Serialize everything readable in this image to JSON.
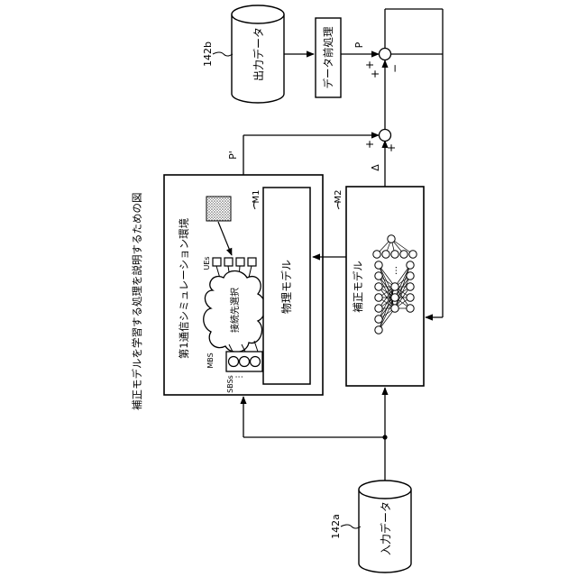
{
  "figure": {
    "caption": "補正モデルを学習する処理を説明するための図"
  },
  "storage": {
    "input": {
      "ref": "142a",
      "label": "入力データ"
    },
    "output": {
      "ref": "142b",
      "label": "出力データ"
    }
  },
  "preprocess": {
    "label": "データ前処理"
  },
  "simulation": {
    "title": "第1通信シミュレーション環境",
    "cloud_label": "接続先選択",
    "ues_label": "UEs",
    "mbs_label": "MBS",
    "sbs_label": "SBSs",
    "sbs_dots": "⋮"
  },
  "physical_model": {
    "ref": "M1",
    "label": "物理モデル"
  },
  "correction_model": {
    "ref": "M2",
    "label": "補正モデル",
    "ellipsis": "…"
  },
  "signals": {
    "p": "P",
    "p_prime": "P'",
    "delta": "Δ",
    "plus1": "+",
    "plus2": "+",
    "minus": "−",
    "plus3": "+",
    "plus4": "+"
  }
}
